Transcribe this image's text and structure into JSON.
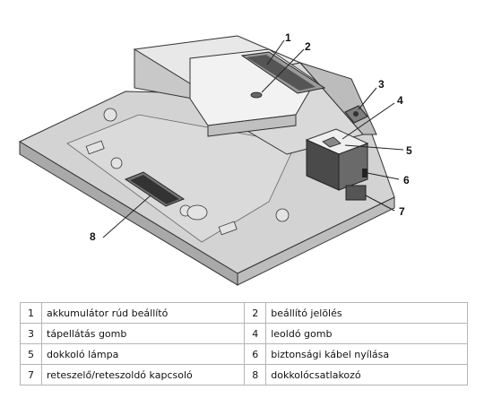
{
  "callouts": [
    "1",
    "2",
    "3",
    "4",
    "5",
    "6",
    "7",
    "8"
  ],
  "legend": [
    {
      "n1": "1",
      "t1": "akkumulátor rúd beállító",
      "n2": "2",
      "t2": "beállító jelölés"
    },
    {
      "n1": "3",
      "t1": "tápellátás gomb",
      "n2": "4",
      "t2": "leoldó gomb"
    },
    {
      "n1": "5",
      "t1": "dokkoló lámpa",
      "n2": "6",
      "t2": "biztonsági kábel nyílása"
    },
    {
      "n1": "7",
      "t1": "reteszelő/reteszoldó kapcsoló",
      "n2": "8",
      "t2": "dokkolócsatlakozó"
    }
  ]
}
